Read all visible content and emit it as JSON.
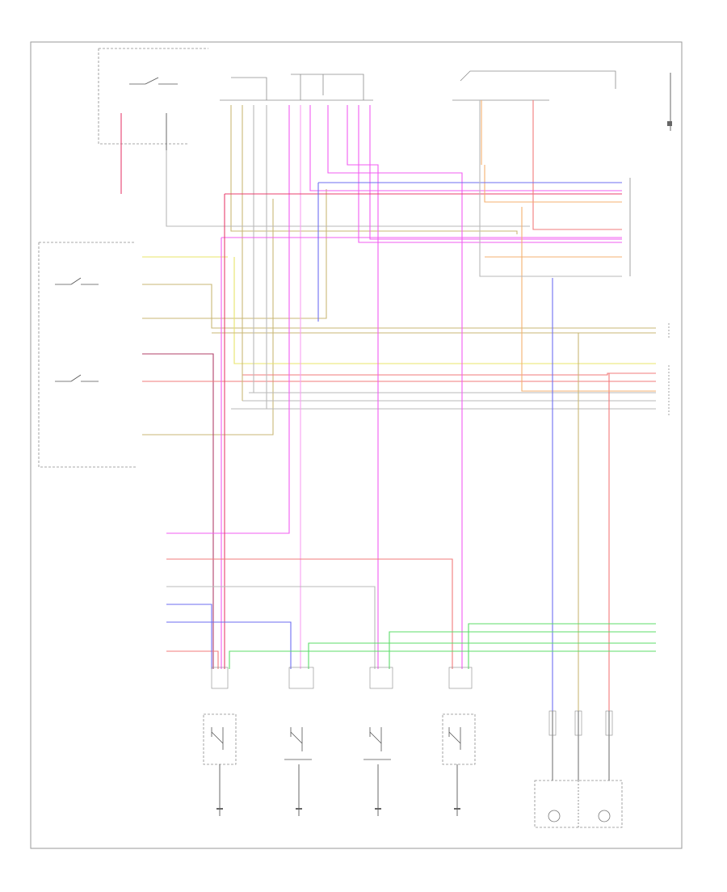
{
  "diagram": {
    "footer_code": "",
    "colors": {
      "frame": "#9a9a9a",
      "box": "#8c8c8c",
      "yellow": "#e8e46a",
      "tan": "#c9b776",
      "red": "#f27b7b",
      "magenta": "#f25cf2",
      "pink": "#f7a0f2",
      "blue": "#6e6ef2",
      "green": "#5cdc6a",
      "gray": "#b9b9b9",
      "orange": "#f4b070",
      "darkred": "#b0406a",
      "crimson": "#e8406e"
    },
    "relays": [
      {
        "name": "relay-1"
      },
      {
        "name": "relay-2"
      },
      {
        "name": "relay-3"
      },
      {
        "name": "relay-4"
      }
    ],
    "grounds": [
      {
        "name": "ground-1"
      },
      {
        "name": "ground-2"
      },
      {
        "name": "ground-3"
      },
      {
        "name": "ground-4"
      }
    ],
    "lamps": [
      {
        "name": "lamp-left"
      },
      {
        "name": "lamp-right"
      }
    ]
  }
}
